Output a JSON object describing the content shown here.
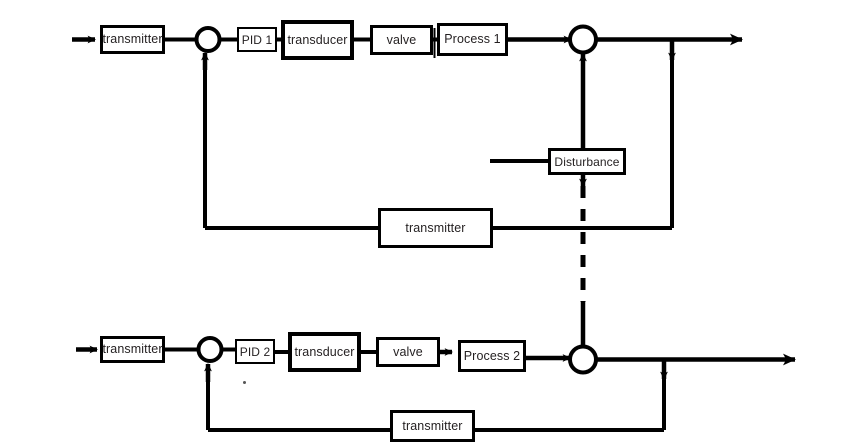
{
  "diagram": {
    "title": "Cascade / interacting control loops block diagram",
    "stroke_color": "#000000",
    "text_color": "#231f20",
    "background": "#ffffff",
    "loops": [
      {
        "id": "loop-1",
        "blocks": [
          {
            "id": "transmitter-in-1",
            "label": "transmitter"
          },
          {
            "id": "pid-1",
            "label": "PID 1"
          },
          {
            "id": "transducer-1",
            "label": "transducer"
          },
          {
            "id": "valve-1",
            "label": "valve"
          },
          {
            "id": "process-1",
            "label": "Process 1"
          },
          {
            "id": "transmitter-fb-1",
            "label": "transmitter"
          }
        ],
        "summing_junction": "sum-1"
      },
      {
        "id": "loop-2",
        "blocks": [
          {
            "id": "transmitter-in-2",
            "label": "transmitter"
          },
          {
            "id": "pid-2",
            "label": "PID 2"
          },
          {
            "id": "transducer-2",
            "label": "transducer"
          },
          {
            "id": "valve-2",
            "label": "valve"
          },
          {
            "id": "process-2",
            "label": "Process 2"
          },
          {
            "id": "transmitter-fb-2",
            "label": "transmitter"
          }
        ],
        "summing_junction": "sum-2"
      }
    ],
    "disturbance": {
      "id": "disturbance",
      "label": "Disturbance"
    }
  },
  "labels": {
    "transmitter_in_1": "transmitter",
    "pid_1": "PID 1",
    "transducer_1": "transducer",
    "valve_1": "valve",
    "process_1": "Process 1",
    "transmitter_fb_1": "transmitter",
    "disturbance": "Disturbance",
    "transmitter_in_2": "transmitter",
    "pid_2": "PID 2",
    "transducer_2": "transducer",
    "valve_2": "valve",
    "process_2": "Process 2",
    "transmitter_fb_2": "transmitter"
  }
}
